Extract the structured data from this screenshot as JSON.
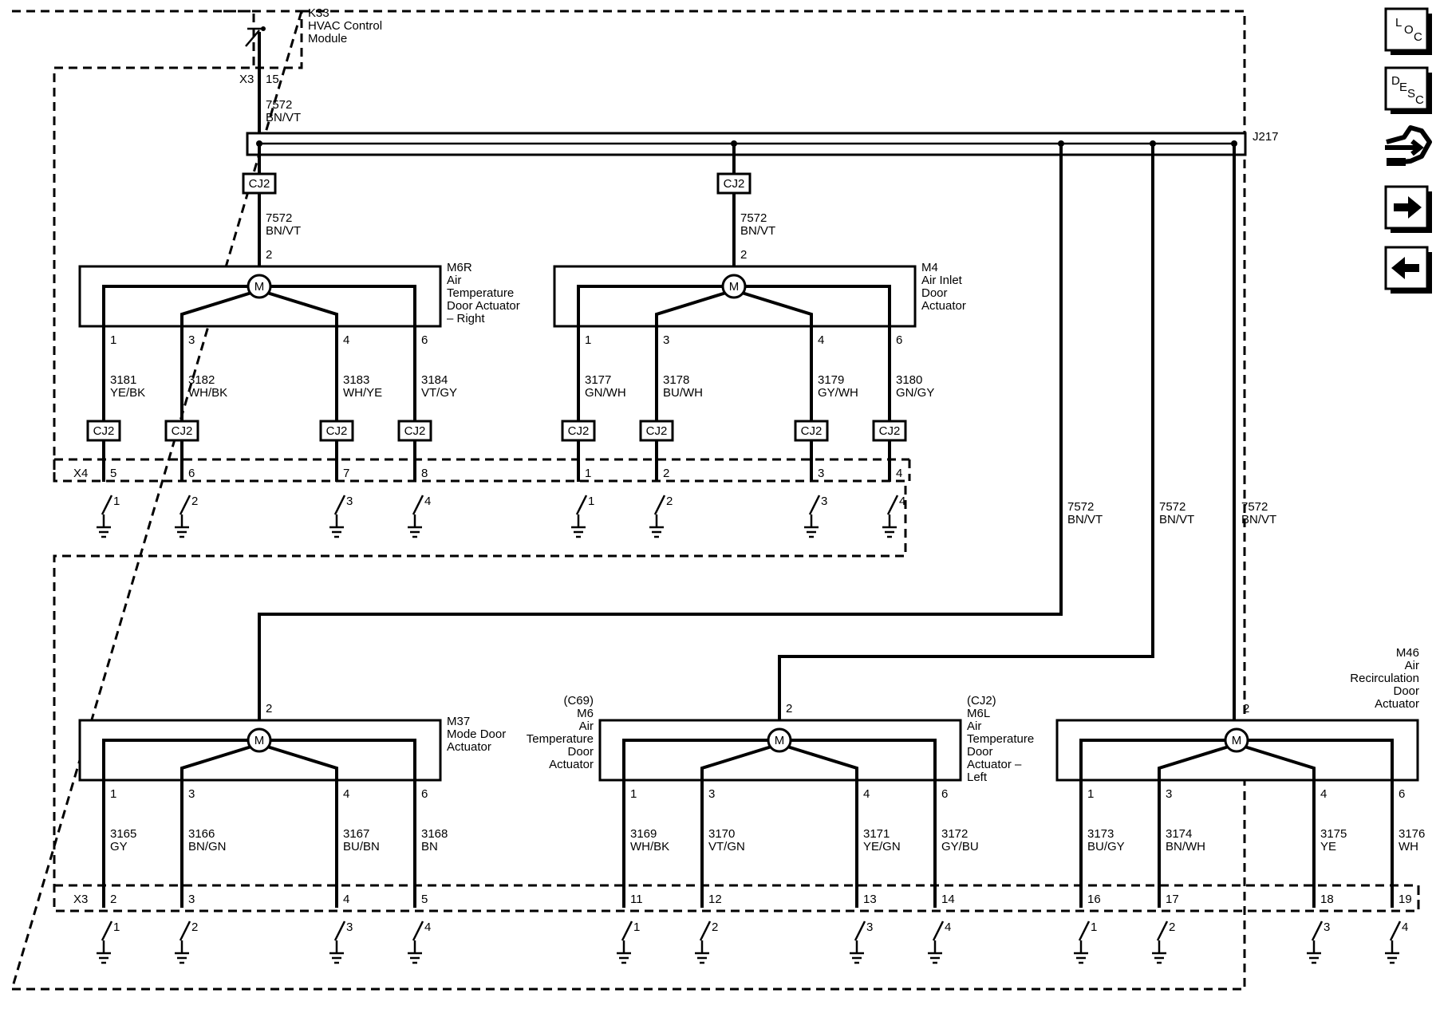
{
  "module": {
    "ref": "K33",
    "name_line1": "HVAC Control",
    "name_line2": "Module",
    "connector": "X3",
    "pin": "15"
  },
  "feed_wire": {
    "circuit": "7572",
    "color": "BN/VT"
  },
  "splice": {
    "name": "J217"
  },
  "inline_label": "CJ2",
  "top_connector": "X4",
  "bottom_connector": "X3",
  "motor_symbol": "M",
  "actuators": [
    {
      "ref": "M6R",
      "desc": [
        "Air",
        "Temperature",
        "Door Actuator",
        "– Right"
      ],
      "power_pin": "2",
      "pins": [
        "1",
        "3",
        "4",
        "6"
      ],
      "circuits": [
        [
          "3181",
          "YE/BK"
        ],
        [
          "3182",
          "WH/BK"
        ],
        [
          "3183",
          "WH/YE"
        ],
        [
          "3184",
          "VT/GY"
        ]
      ],
      "conn_pins": [
        "5",
        "6",
        "7",
        "8"
      ],
      "grounds": [
        "1",
        "2",
        "3",
        "4"
      ]
    },
    {
      "ref": "M4",
      "desc": [
        "Air Inlet",
        "Door",
        "Actuator"
      ],
      "power_pin": "2",
      "pins": [
        "1",
        "3",
        "4",
        "6"
      ],
      "circuits": [
        [
          "3177",
          "GN/WH"
        ],
        [
          "3178",
          "BU/WH"
        ],
        [
          "3179",
          "GY/WH"
        ],
        [
          "3180",
          "GN/GY"
        ]
      ],
      "conn_pins": [
        "1",
        "2",
        "3",
        "4"
      ],
      "grounds": [
        "1",
        "2",
        "3",
        "4"
      ]
    },
    {
      "ref": "M37",
      "desc": [
        "Mode Door",
        "Actuator"
      ],
      "power_pin": "2",
      "pins": [
        "1",
        "3",
        "4",
        "6"
      ],
      "circuits": [
        [
          "3165",
          "GY"
        ],
        [
          "3166",
          "BN/GN"
        ],
        [
          "3167",
          "BU/BN"
        ],
        [
          "3168",
          "BN"
        ]
      ],
      "conn_pins": [
        "2",
        "3",
        "4",
        "5"
      ],
      "grounds": [
        "1",
        "2",
        "3",
        "4"
      ]
    },
    {
      "ref": "M6",
      "variant": "(C69)",
      "desc": [
        "Air",
        "Temperature",
        "Door",
        "Actuator"
      ],
      "ref_alt": "M6L",
      "variant_alt": "(CJ2)",
      "desc_alt": [
        "Air",
        "Temperature",
        "Door",
        "Actuator –",
        "Left"
      ],
      "power_pin": "2",
      "pins": [
        "1",
        "3",
        "4",
        "6"
      ],
      "circuits": [
        [
          "3169",
          "WH/BK"
        ],
        [
          "3170",
          "VT/GN"
        ],
        [
          "3171",
          "YE/GN"
        ],
        [
          "3172",
          "GY/BU"
        ]
      ],
      "conn_pins": [
        "11",
        "12",
        "13",
        "14"
      ],
      "grounds": [
        "1",
        "2",
        "3",
        "4"
      ]
    },
    {
      "ref": "M46",
      "desc": [
        "Air",
        "Recirculation",
        "Door",
        "Actuator"
      ],
      "power_pin": "2",
      "pins": [
        "1",
        "3",
        "4",
        "6"
      ],
      "circuits": [
        [
          "3173",
          "BU/GY"
        ],
        [
          "3174",
          "BN/WH"
        ],
        [
          "3175",
          "YE"
        ],
        [
          "3176",
          "WH"
        ]
      ],
      "conn_pins": [
        "16",
        "17",
        "18",
        "19"
      ],
      "grounds": [
        "1",
        "2",
        "3",
        "4"
      ]
    }
  ],
  "side_buttons": [
    {
      "name": "loc-button",
      "letters": [
        "L",
        "O",
        "C"
      ]
    },
    {
      "name": "desc-button",
      "letters": [
        "D",
        "E",
        "S",
        "C"
      ]
    },
    {
      "name": "connector-view-button",
      "icon": "connector-icon"
    },
    {
      "name": "next-page-button",
      "icon": "arrow-right-icon"
    },
    {
      "name": "previous-page-button",
      "icon": "arrow-left-icon"
    }
  ]
}
